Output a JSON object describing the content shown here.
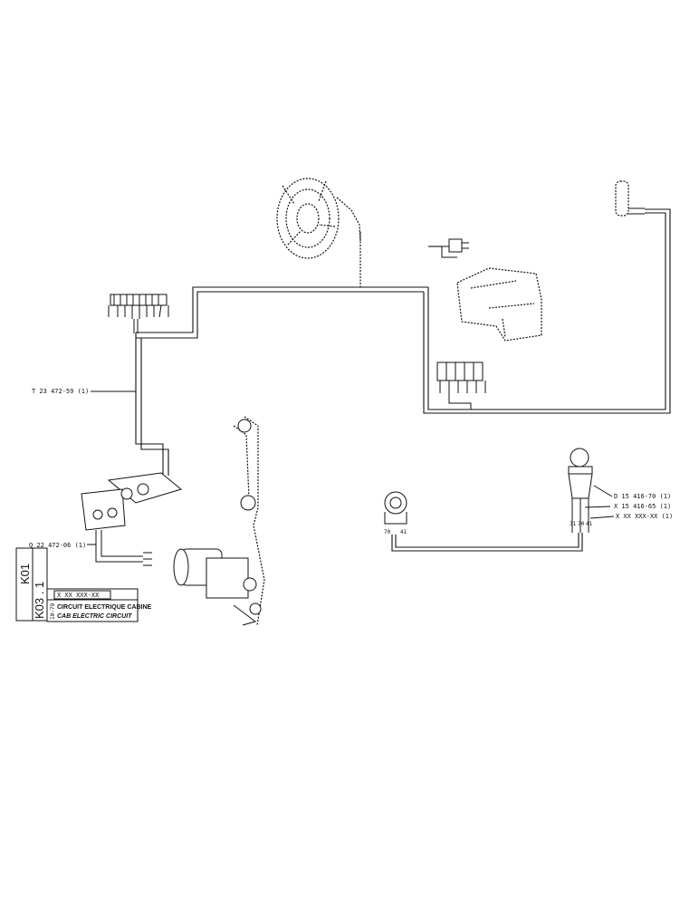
{
  "parts": {
    "harness_main": "T 23 472-59 (1)",
    "harness_lower": "Q 22 472-06 (1)",
    "switch_ref": "D 15 416-70 (1)",
    "connector_ref": "X 15 416-65 (1)",
    "wire_ref": "X XX XXX-XX (1)"
  },
  "pins": {
    "left_a": "70",
    "left_b": "41",
    "right_a": "31",
    "right_b": "70",
    "right_c": "41"
  },
  "title_block": {
    "code_left": "K01",
    "code_right": "K03 . 1",
    "part_no": "X XX XXX-XX",
    "date": "10-79",
    "title_fr": "CIRCUIT ELECTRIQUE CABINE",
    "title_en": "CAB ELECTRIC CIRCUIT"
  }
}
